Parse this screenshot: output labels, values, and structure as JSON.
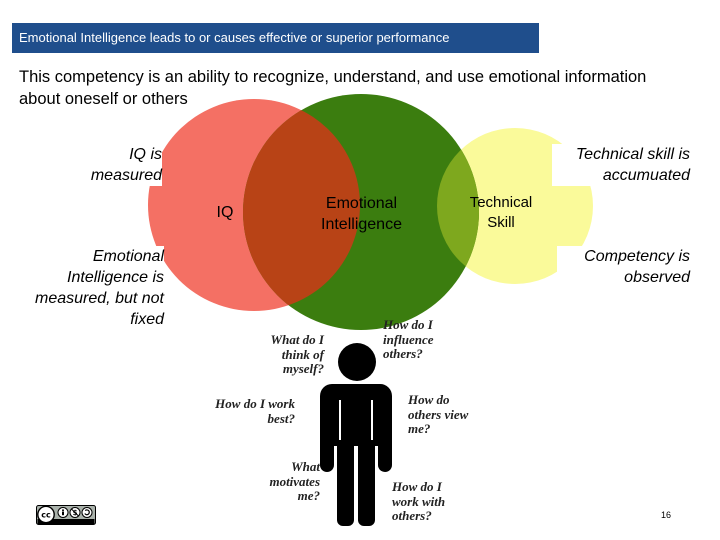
{
  "slide": {
    "title": "Emotional Intelligence leads to or causes effective or superior performance",
    "subtitle": "This competency is an ability to recognize, understand, and use emotional information about oneself or others",
    "page_number": "16"
  },
  "circles": {
    "iq": {
      "label": "IQ",
      "color": "#f47064"
    },
    "ei": {
      "label": "Emotional Intelligence",
      "color": "#3b7d0f"
    },
    "technical": {
      "label": "Technical Skill",
      "color": "#fafa9a"
    },
    "iq_ei_overlap_color": "#b84316",
    "ei_tech_overlap_color": "#7ea81e"
  },
  "side_labels": {
    "iq_measured": "IQ is measured",
    "technical_accumulated": "Technical skill is accumuated",
    "ei_measured": "Emotional Intelligence is measured, but not fixed",
    "competency_observed": "Competency is observed"
  },
  "questions": {
    "q1": "What do I think of myself?",
    "q2": "How do I influence others?",
    "q3": "How do I work best?",
    "q4": "How do others view me?",
    "q5": "What motivates me?",
    "q6": "How do I work with others?"
  },
  "license_badge": "cc-by-nc-sa"
}
